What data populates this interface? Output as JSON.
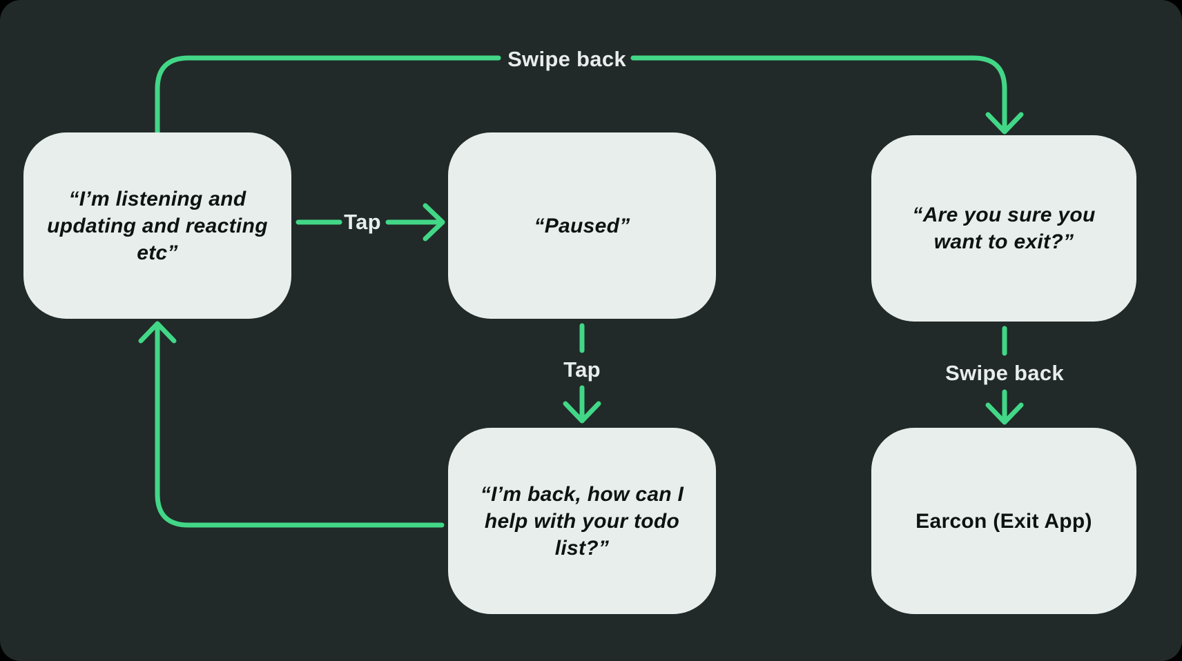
{
  "diagram": {
    "nodes": [
      {
        "id": "listening",
        "label": "“I’m listening and\nupdating and reacting\netc”"
      },
      {
        "id": "paused",
        "label": "“Paused”"
      },
      {
        "id": "confirm-exit",
        "label": "“Are you sure you\nwant to exit?”"
      },
      {
        "id": "back-todo",
        "label": "“I’m back, how can I\nhelp with your todo\nlist?”"
      },
      {
        "id": "earcon-exit",
        "label": "Earcon (Exit App)"
      }
    ],
    "edge_labels": {
      "swipe_back_top": "Swipe back",
      "tap_horizontal": "Tap",
      "tap_vertical": "Tap",
      "swipe_back_vertical": "Swipe back"
    },
    "colors": {
      "background": "#212A28",
      "node_fill": "#E8EEEC",
      "node_text": "#0C1311",
      "arrow": "#42D787",
      "edge_label_text": "#E8EDEC"
    }
  }
}
